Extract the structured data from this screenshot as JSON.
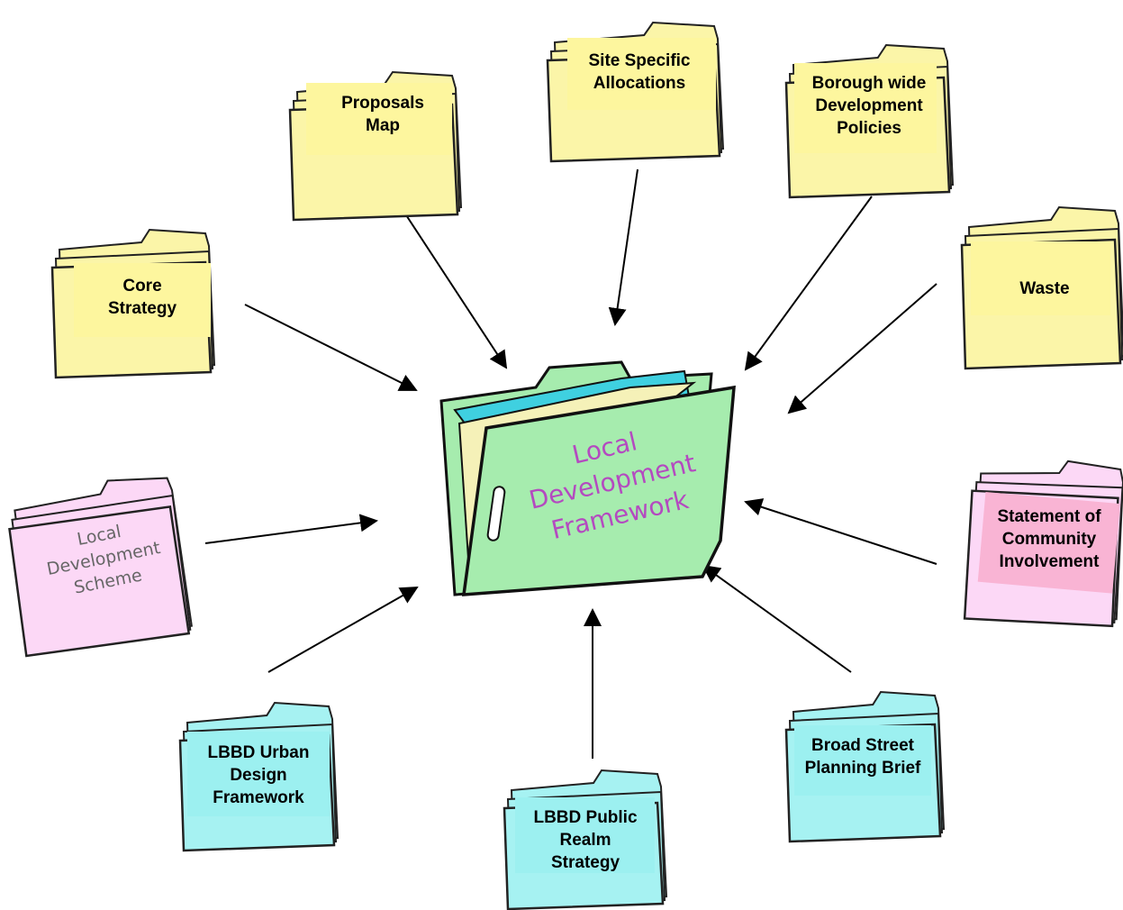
{
  "center": {
    "label": "Local\nDevelopment\nFramework"
  },
  "documents": [
    {
      "id": "core-strategy",
      "label": "Core\nStrategy",
      "category": "yellow"
    },
    {
      "id": "proposals-map",
      "label": "Proposals\nMap",
      "category": "yellow"
    },
    {
      "id": "site-specific-allocations",
      "label": "Site Specific\nAllocations",
      "category": "yellow"
    },
    {
      "id": "borough-wide-development-policies",
      "label": "Borough wide\nDevelopment\nPolicies",
      "category": "yellow"
    },
    {
      "id": "waste",
      "label": "Waste",
      "category": "yellow"
    },
    {
      "id": "local-development-scheme",
      "label": "Local\nDevelopment\nScheme",
      "category": "pink"
    },
    {
      "id": "statement-of-community-involvement",
      "label": "Statement of\nCommunity\nInvolvement",
      "category": "pink"
    },
    {
      "id": "lbbd-urban-design-framework",
      "label": "LBBD Urban\nDesign\nFramework",
      "category": "cyan"
    },
    {
      "id": "lbbd-public-realm-strategy",
      "label": "LBBD Public\nRealm\nStrategy",
      "category": "cyan"
    },
    {
      "id": "broad-street-planning-brief",
      "label": "Broad Street\nPlanning Brief",
      "category": "cyan"
    }
  ],
  "colors": {
    "yellow": "#fbf5a8",
    "yellow_label": "#fdf69e",
    "pink": "#fcd8f6",
    "pink_label": "#f9b4d4",
    "cyan": "#a6f2f2",
    "cyan_label": "#9cf0f0",
    "center_folder": "#a6ecae",
    "center_tab": "#3fd0e0",
    "center_text": "#b44ac0"
  }
}
